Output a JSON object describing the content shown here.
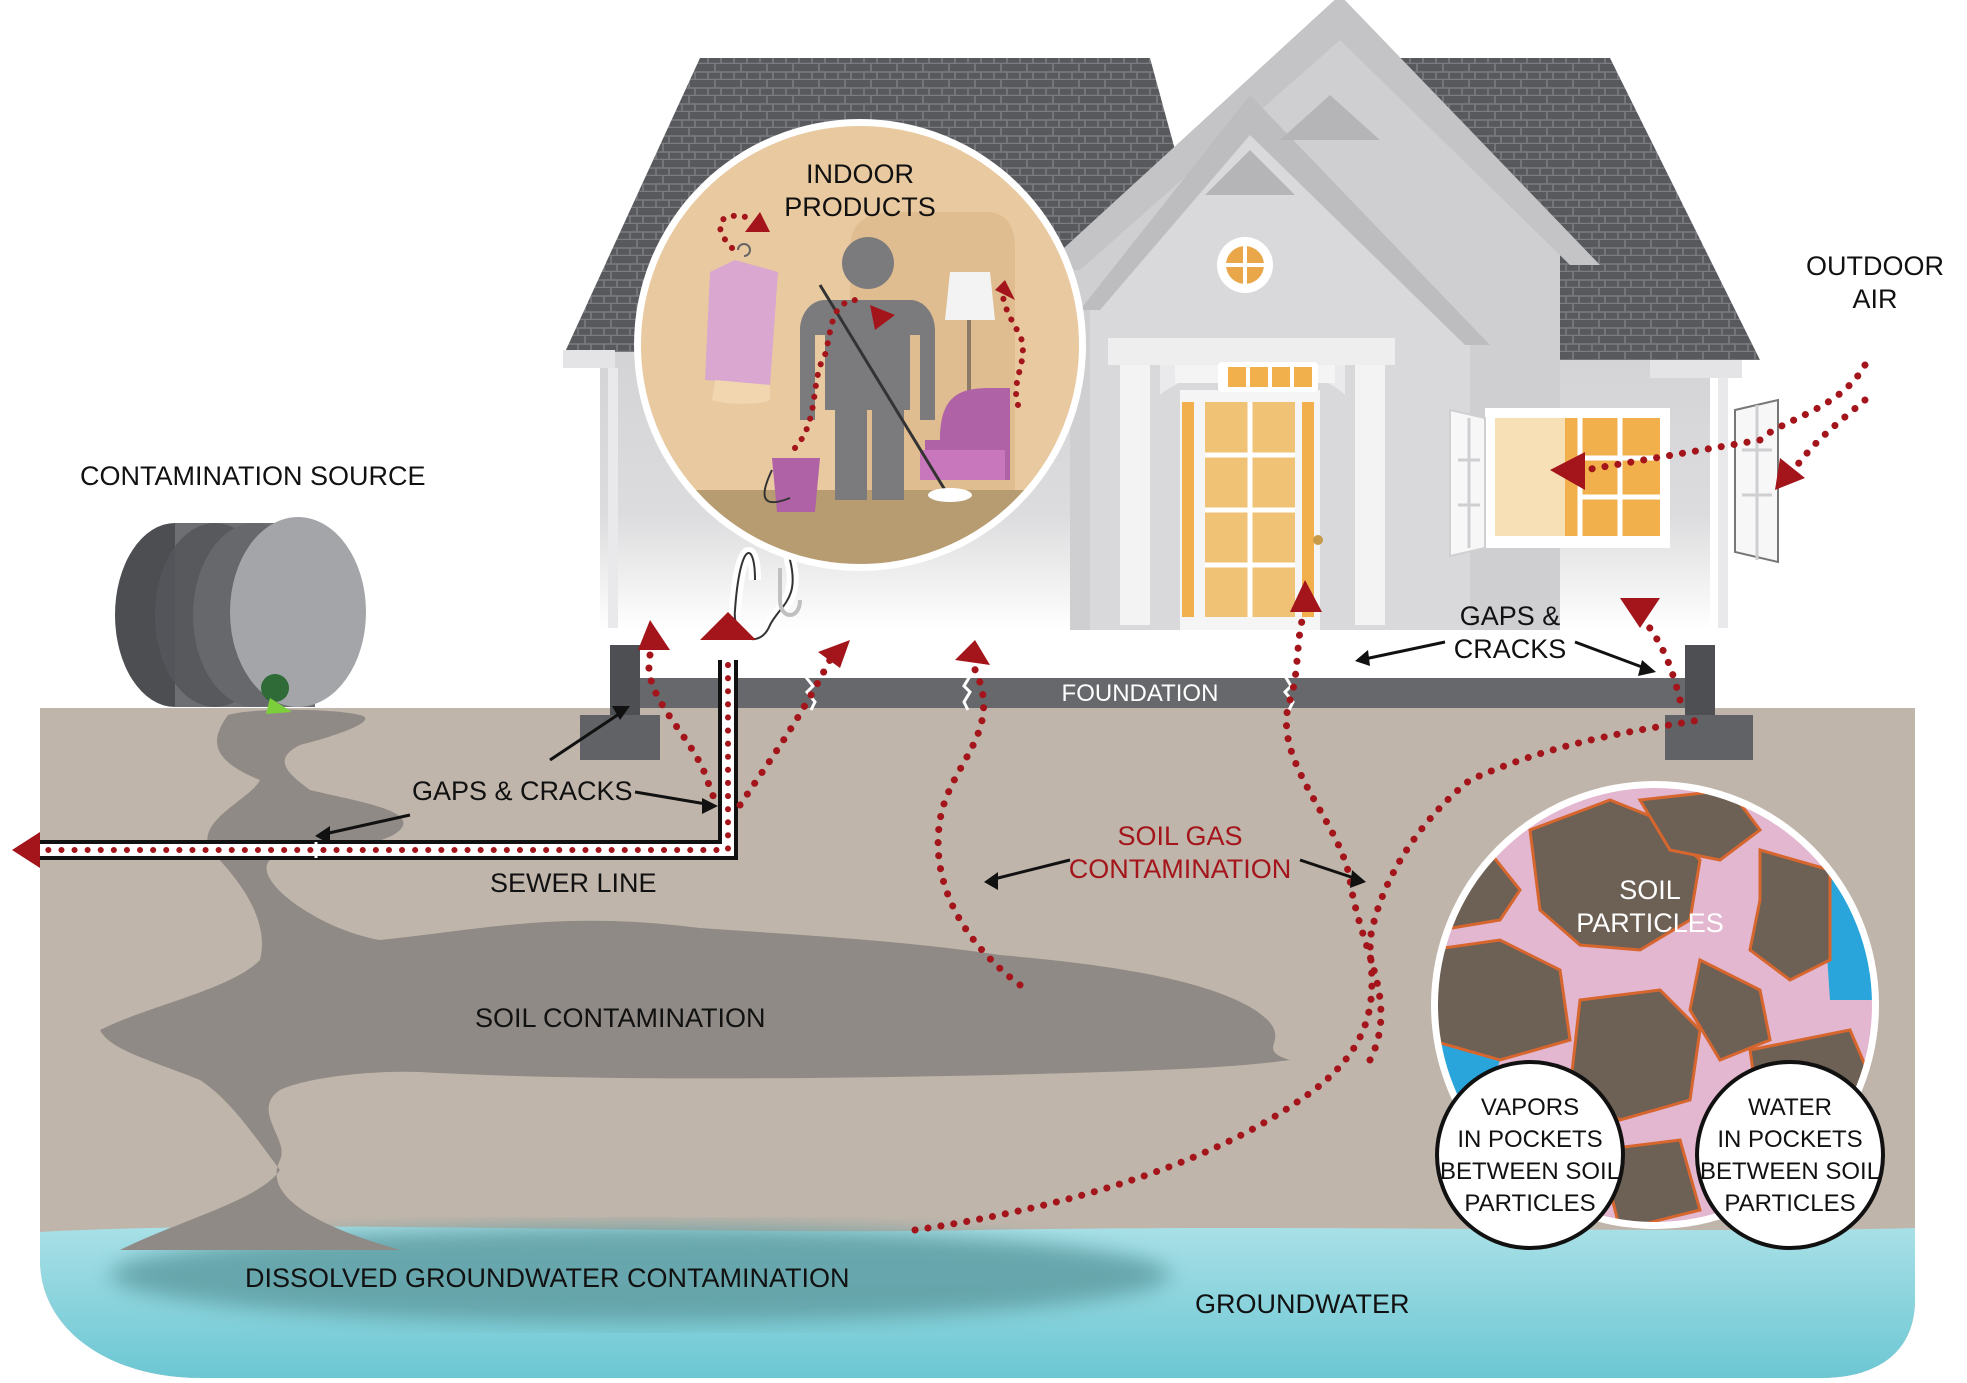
{
  "labels": {
    "indoor_products": [
      "INDOOR",
      "PRODUCTS"
    ],
    "outdoor_air": [
      "OUTDOOR",
      "AIR"
    ],
    "contamination_source": "CONTAMINATION SOURCE",
    "gaps_cracks_house": [
      "GAPS &",
      "CRACKS"
    ],
    "foundation": "FOUNDATION",
    "gaps_cracks_sewer": "GAPS & CRACKS",
    "sewer_line": "SEWER LINE",
    "soil_gas": [
      "SOIL GAS",
      "CONTAMINATION"
    ],
    "soil_contamination": "SOIL CONTAMINATION",
    "soil_particles": [
      "SOIL",
      "PARTICLES"
    ],
    "vapors": [
      "VAPORS",
      "IN POCKETS",
      "BETWEEN SOIL",
      "PARTICLES"
    ],
    "water": [
      "WATER",
      "IN POCKETS",
      "BETWEEN SOIL",
      "PARTICLES"
    ],
    "dissolved": "DISSOLVED GROUNDWATER CONTAMINATION",
    "groundwater": "GROUNDWATER"
  },
  "colors": {
    "soil": "#c0b5aa",
    "groundwater": "#7ccfda",
    "contamination": "#8f8a85",
    "vapor_arrows": "#a3151b",
    "roof": "#5b5d60",
    "house_wall": "#d6d6d8",
    "pocket_vapor": "#e2b7cf",
    "pocket_water": "#2aa5dc"
  }
}
